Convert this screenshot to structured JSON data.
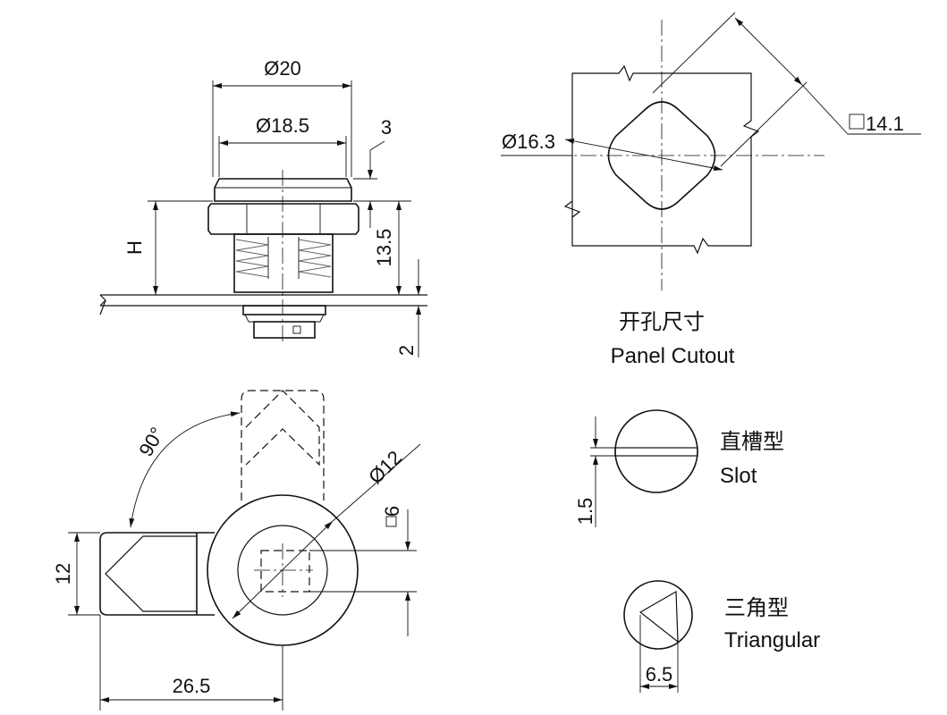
{
  "side_view": {
    "dia_20": "Ø20",
    "dia_18_5": "Ø18.5",
    "dim_3": "3",
    "dim_h": "H",
    "dim_13_5": "13.5",
    "dim_2": "2"
  },
  "cutout": {
    "dia_16_3": "Ø16.3",
    "square_14_1": "14.1",
    "title_cn": "开孔尺寸",
    "title_en": "Panel Cutout"
  },
  "cam_view": {
    "angle_90": "90°",
    "dia_12": "Ø12",
    "square_6": "6",
    "dim_12": "12",
    "dim_26_5": "26.5"
  },
  "slot": {
    "name_cn": "直槽型",
    "name_en": "Slot",
    "dim_1_5": "1.5"
  },
  "triangular": {
    "name_cn": "三角型",
    "name_en": "Triangular",
    "dim_6_5": "6.5"
  }
}
